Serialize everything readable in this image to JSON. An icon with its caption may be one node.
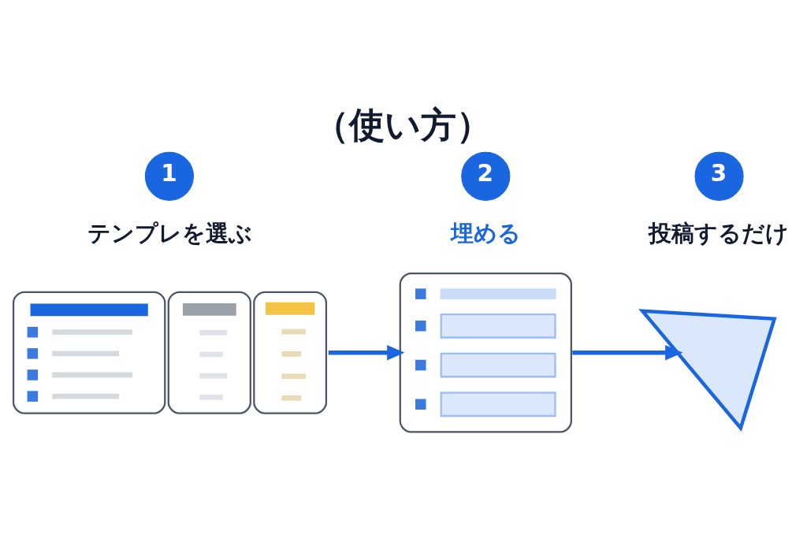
{
  "diagram": {
    "title": "（使い方）",
    "nodes": [
      {
        "text": [
          "1"
        ],
        "beside": [
          "テンプレを選ぶ"
        ]
      },
      {
        "text": [
          "2"
        ],
        "beside": [
          "埋める"
        ]
      },
      {
        "text": [
          "3"
        ],
        "beside": [
          "投稿するだけ"
        ]
      },
      {
        "text": [],
        "shape": "picture"
      },
      {
        "text": [],
        "shape": "picture"
      },
      {
        "text": [],
        "shape": "picture"
      }
    ],
    "edges": [
      {
        "from": 3,
        "to": 4,
        "arrow": "to"
      },
      {
        "from": 4,
        "to": 5,
        "arrow": "to"
      }
    ]
  }
}
